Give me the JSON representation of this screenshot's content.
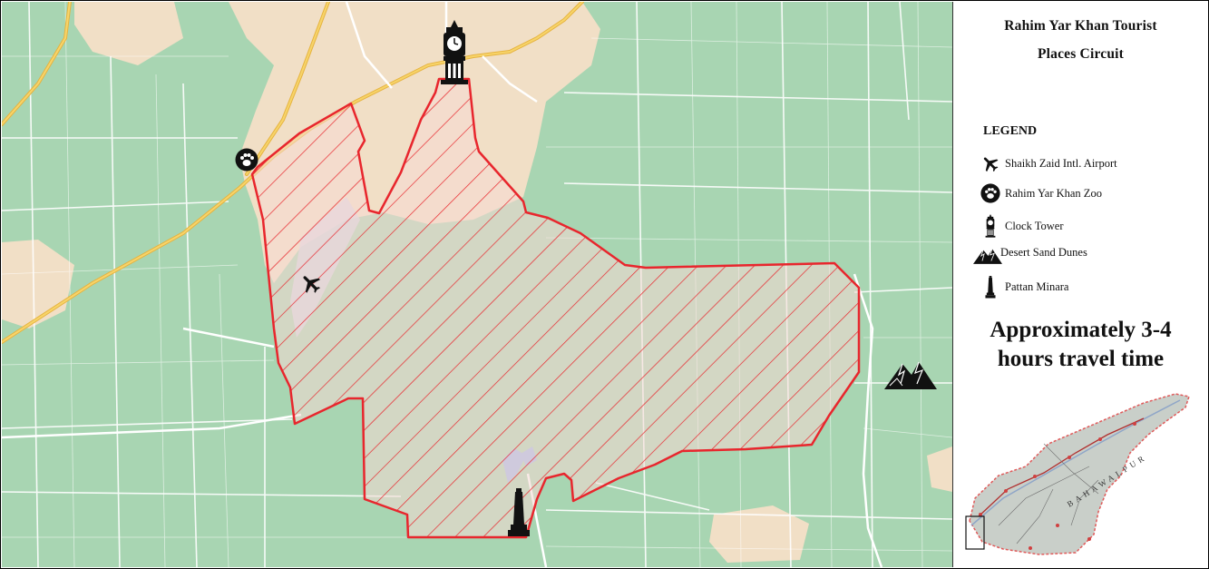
{
  "map": {
    "colors": {
      "background": "#a8d5b2",
      "urban": "#f1dfc6",
      "highlight_fill": "#f5d9d4",
      "highlight_border": "#e8262d",
      "hatch": "#e8262d",
      "road_major": "#f2c24a",
      "road_minor": "#ffffff",
      "water": "#9fb8e8"
    },
    "markers": [
      {
        "icon": "clock-tower-icon",
        "place": "Clock Tower"
      },
      {
        "icon": "paw-print-icon",
        "place": "Rahim Yar Khan Zoo"
      },
      {
        "icon": "airplane-icon",
        "place": "Shaikh Zaid Intl. Airport"
      },
      {
        "icon": "mountains-icon",
        "place": "Desert Sand Dunes"
      },
      {
        "icon": "minaret-icon",
        "place": "Pattan Minara"
      }
    ]
  },
  "panel": {
    "title_line1": "Rahim Yar Khan  Tourist",
    "title_line2": "Places Circuit",
    "legend_title": "LEGEND",
    "legend": [
      {
        "icon": "airplane-icon",
        "label": "Shaikh Zaid Intl. Airport"
      },
      {
        "icon": "paw-print-icon",
        "label": "Rahim Yar Khan Zoo"
      },
      {
        "icon": "clock-tower-icon",
        "label": "Clock Tower"
      },
      {
        "icon": "mountains-icon",
        "label": "Desert Sand Dunes"
      },
      {
        "icon": "minaret-icon",
        "label": "Pattan Minara"
      }
    ],
    "travel_line1": "Approximately 3-4",
    "travel_line2": "hours travel time",
    "inset": {
      "label": "BAHAWALPUR",
      "colors": {
        "region": "#c9cfc9",
        "border": "#e05a5a",
        "route": "#b03030"
      }
    }
  }
}
